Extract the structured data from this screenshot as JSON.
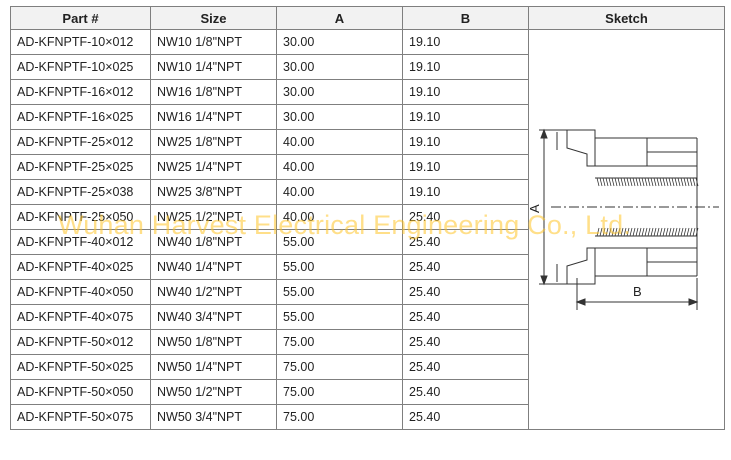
{
  "table": {
    "headers": [
      "Part #",
      "Size",
      "A",
      "B",
      "Sketch"
    ],
    "rows": [
      [
        "AD-KFNPTF-10×012",
        "NW10 1/8\"NPT",
        "30.00",
        "19.10"
      ],
      [
        "AD-KFNPTF-10×025",
        "NW10 1/4\"NPT",
        "30.00",
        "19.10"
      ],
      [
        "AD-KFNPTF-16×012",
        "NW16 1/8\"NPT",
        "30.00",
        "19.10"
      ],
      [
        "AD-KFNPTF-16×025",
        "NW16 1/4\"NPT",
        "30.00",
        "19.10"
      ],
      [
        "AD-KFNPTF-25×012",
        "NW25 1/8\"NPT",
        "40.00",
        "19.10"
      ],
      [
        "AD-KFNPTF-25×025",
        "NW25 1/4\"NPT",
        "40.00",
        "19.10"
      ],
      [
        "AD-KFNPTF-25×038",
        "NW25 3/8\"NPT",
        "40.00",
        "19.10"
      ],
      [
        "AD-KFNPTF-25×050",
        "NW25 1/2\"NPT",
        "40.00",
        "25.40"
      ],
      [
        "AD-KFNPTF-40×012",
        "NW40 1/8\"NPT",
        "55.00",
        "25.40"
      ],
      [
        "AD-KFNPTF-40×025",
        "NW40 1/4\"NPT",
        "55.00",
        "25.40"
      ],
      [
        "AD-KFNPTF-40×050",
        "NW40 1/2\"NPT",
        "55.00",
        "25.40"
      ],
      [
        "AD-KFNPTF-40×075",
        "NW40 3/4\"NPT",
        "55.00",
        "25.40"
      ],
      [
        "AD-KFNPTF-50×012",
        "NW50 1/8\"NPT",
        "75.00",
        "25.40"
      ],
      [
        "AD-KFNPTF-50×025",
        "NW50 1/4\"NPT",
        "75.00",
        "25.40"
      ],
      [
        "AD-KFNPTF-50×050",
        "NW50 1/2\"NPT",
        "75.00",
        "25.40"
      ],
      [
        "AD-KFNPTF-50×075",
        "NW50 3/4\"NPT",
        "75.00",
        "25.40"
      ]
    ]
  },
  "sketch": {
    "dim_a_label": "A",
    "dim_b_label": "B"
  },
  "watermark": "Wuhan Harvest Electrical Engineering Co., Ltd."
}
